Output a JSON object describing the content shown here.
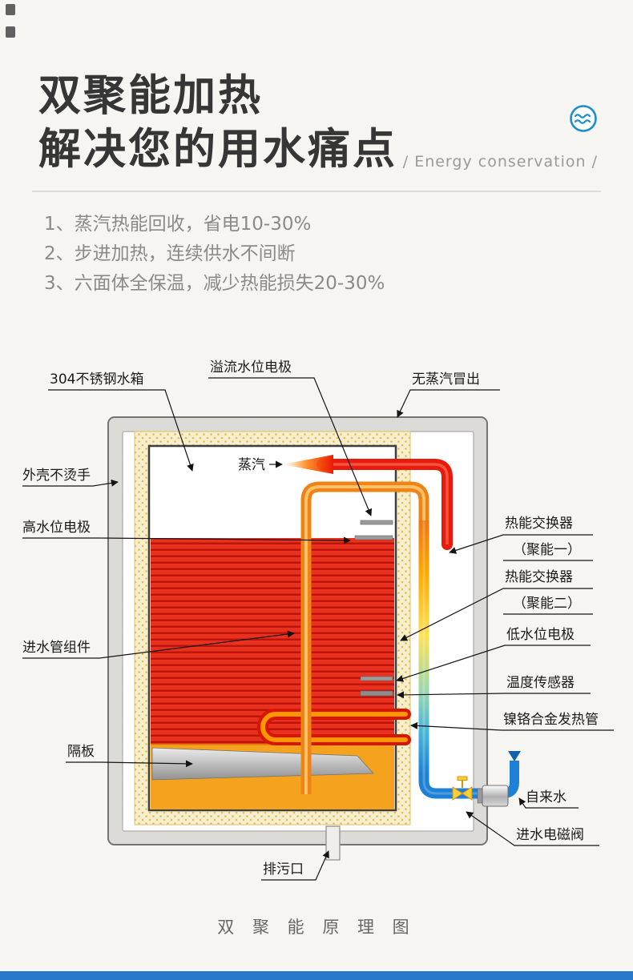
{
  "header": {
    "title_line1": "双聚能加热",
    "title_line2": "解决您的用水痛点",
    "tagline": "/ Energy conservation /"
  },
  "features": [
    "1、蒸汽热能回收，省电10-30%",
    "2、步进加热，连续供水不间断",
    "3、六面体全保温，减少热能损失20-30%"
  ],
  "diagram": {
    "labels": {
      "tank": "304不锈钢水箱",
      "overflow_electrode": "溢流水位电极",
      "no_steam": "无蒸汽冒出",
      "shell": "外壳不烫手",
      "steam": "蒸汽",
      "high_electrode": "高水位电极",
      "hx1_title": "热能交换器",
      "hx1_sub": "（聚能一）",
      "hx2_title": "热能交换器",
      "hx2_sub": "（聚能二）",
      "low_electrode": "低水位电极",
      "inlet_pipe": "进水管组件",
      "temp_sensor": "温度传感器",
      "heating_tube": "镍铬合金发热管",
      "partition": "隔板",
      "tap_water": "自来水",
      "inlet_valve": "进水电磁阀",
      "drain": "排污口"
    },
    "caption": "双 聚 能 原 理 图"
  },
  "colors": {
    "accent-blue": "#2878cc",
    "title-dark": "#363636",
    "hot-red": "#e62a1e",
    "warm-orange": "#f5a31e",
    "cold-blue": "#1e80d6",
    "icon-blue": "#1b8ed2"
  }
}
